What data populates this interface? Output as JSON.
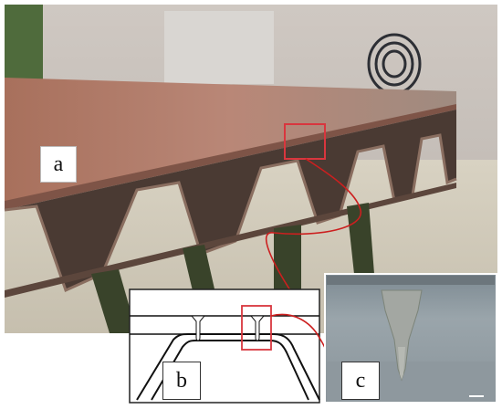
{
  "panels": {
    "a": {
      "label": "a"
    },
    "b": {
      "label": "b"
    },
    "c": {
      "label": "c"
    }
  },
  "colors": {
    "highlight_box": "#d9363e",
    "connector_line": "#cc1f1f",
    "steel_deck": "#b07a68",
    "macro_section": "#8f9aa0"
  }
}
